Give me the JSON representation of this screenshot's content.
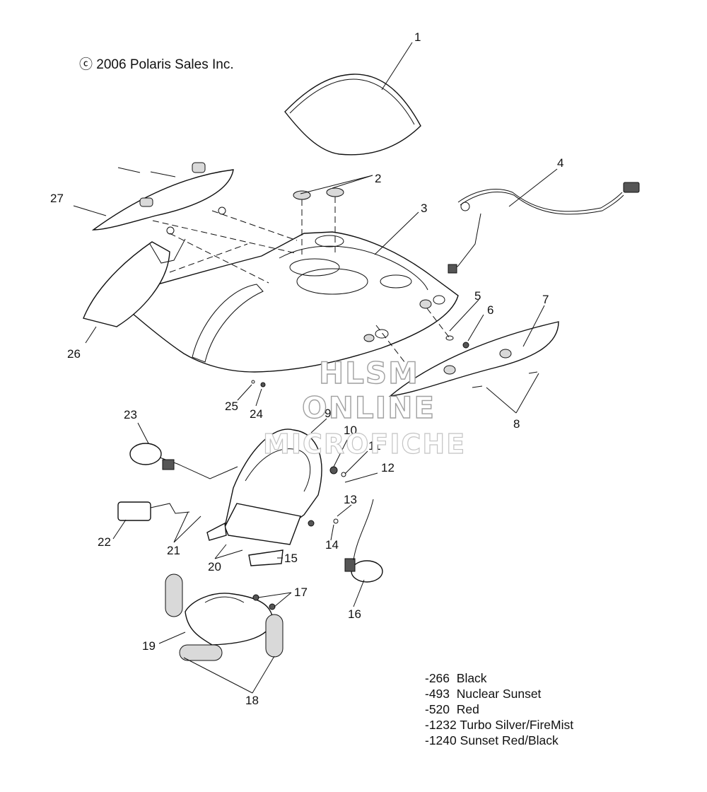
{
  "copyright": "ⓒ 2006 Polaris Sales Inc.",
  "watermark": [
    "HLSM",
    "ONLINE",
    "MICROFICHE"
  ],
  "callouts": [
    "1",
    "2",
    "3",
    "4",
    "5",
    "6",
    "7",
    "8",
    "9",
    "10",
    "11",
    "12",
    "13",
    "14",
    "15",
    "16",
    "17",
    "18",
    "19",
    "20",
    "21",
    "22",
    "23",
    "24",
    "25",
    "26",
    "27"
  ],
  "color_options": [
    {
      "code": "-266",
      "name": "Black"
    },
    {
      "code": "-493",
      "name": "Nuclear Sunset"
    },
    {
      "code": "-520",
      "name": "Red"
    },
    {
      "code": "-1232",
      "name": "Turbo Silver/FireMist"
    },
    {
      "code": "-1240",
      "name": "Sunset Red/Black"
    }
  ]
}
